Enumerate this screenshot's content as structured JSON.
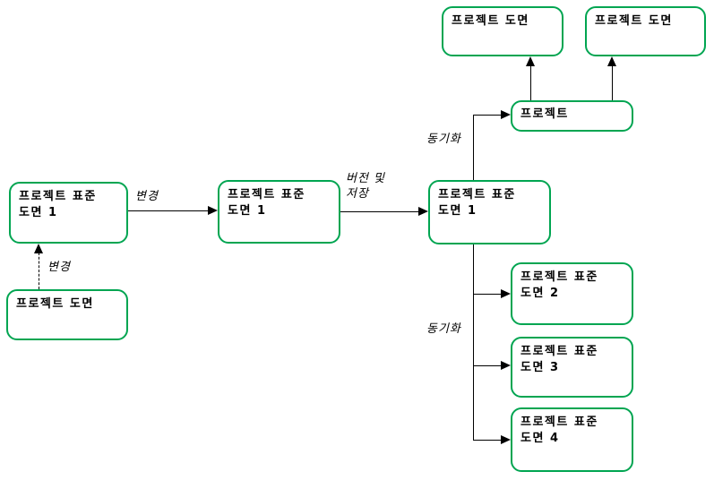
{
  "diagram": {
    "title": "project-standard-drawing-sync-flow",
    "colors": {
      "node_border": "#00A551",
      "node_background": "#FFFFFF",
      "line": "#000000",
      "text": "#000000",
      "page_background": "#FFFFFF"
    },
    "boxes": {
      "std1_left": {
        "label": "프로젝트 표준\n도면 1"
      },
      "std1_middle": {
        "label": "프로젝트 표준\n도면 1"
      },
      "std1_right": {
        "label": "프로젝트 표준\n도면 1"
      },
      "project": {
        "label": "프로젝트"
      },
      "proj_drawing_top_left": {
        "label": "프로젝트 도면"
      },
      "proj_drawing_top_right": {
        "label": "프로젝트 도면"
      },
      "proj_drawing_bottom_left": {
        "label": "프로젝트 도면"
      },
      "std2": {
        "label": "프로젝트 표준\n도면 2"
      },
      "std3": {
        "label": "프로젝트 표준\n도면 3"
      },
      "std4": {
        "label": "프로젝트 표준\n도면 4"
      }
    },
    "edge_labels": {
      "change_solid": "변경",
      "change_dashed": "변경",
      "version_and_save": "버전 및\n저장",
      "sync_top": "동기화",
      "sync_bottom": "동기화"
    }
  }
}
